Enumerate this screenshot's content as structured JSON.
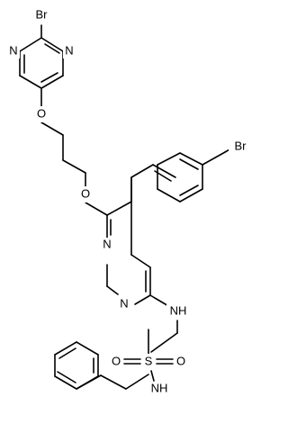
{
  "structure": {
    "labels": {
      "br_pyrimidine": "Br",
      "n_pyr_left": "N",
      "n_pyr_right": "N",
      "o_upper": "O",
      "o_lower": "O",
      "br_phenyl": "Br",
      "n_core_top": "N",
      "n_core_bottom": "N",
      "nh_sulfonamide": "NH",
      "o_sulfonyl_left": "O",
      "s_sulfonyl": "S",
      "o_sulfonyl_right": "O",
      "nh_benzyl": "NH"
    },
    "colors": {
      "bond": "#000000",
      "text": "#000000",
      "background": "#ffffff"
    }
  }
}
